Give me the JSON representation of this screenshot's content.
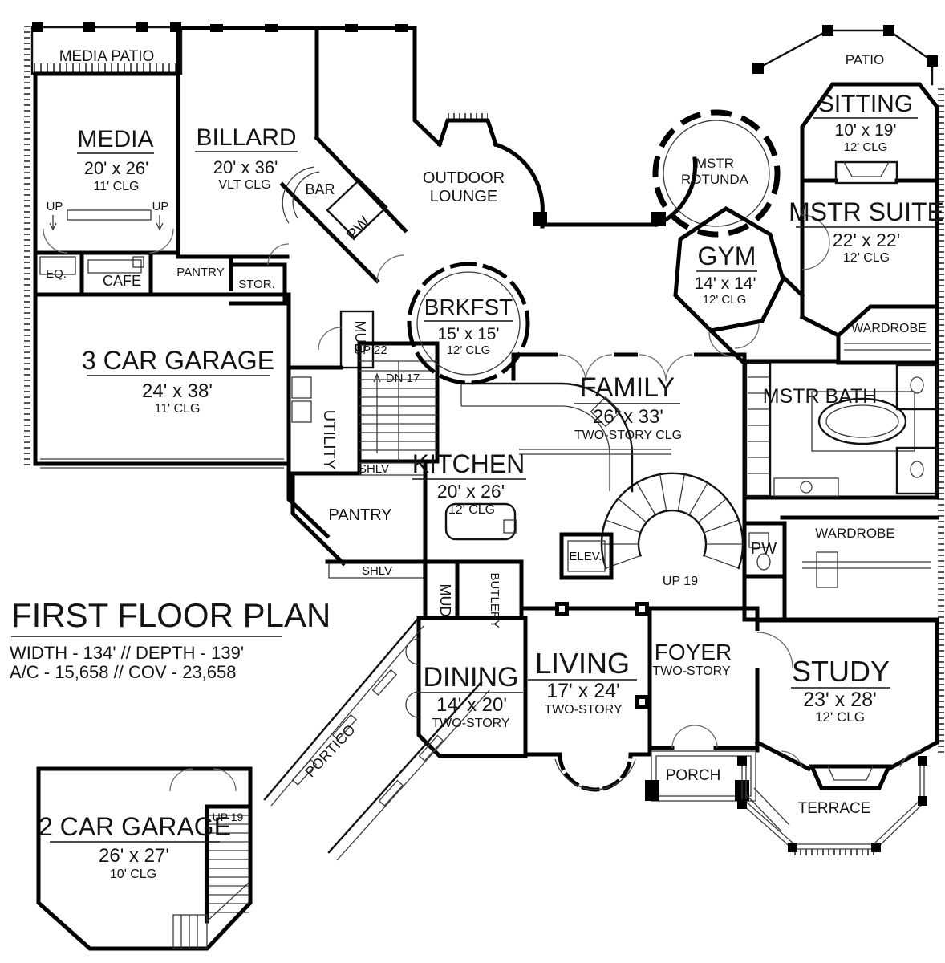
{
  "header": {
    "title": "FIRST FLOOR PLAN",
    "stats1": "WIDTH - 134' // DEPTH - 139'",
    "stats2": "A/C - 15,658 // COV - 23,658"
  },
  "rooms": {
    "media_patio": {
      "name": "MEDIA PATIO"
    },
    "media": {
      "name": "MEDIA",
      "dims": "20' x 26'",
      "clg": "11' CLG"
    },
    "billard": {
      "name": "BILLARD",
      "dims": "20' x 36'",
      "clg": "VLT CLG"
    },
    "outdoor_lounge": {
      "line1": "OUTDOOR",
      "line2": "LOUNGE"
    },
    "patio": {
      "name": "PATIO"
    },
    "sitting": {
      "name": "SITTING",
      "dims": "10' x 19'",
      "clg": "12' CLG"
    },
    "mstr_rotunda": {
      "line1": "MSTR",
      "line2": "ROTUNDA"
    },
    "mstr_suite": {
      "name": "MSTR SUITE",
      "dims": "22' x 22'",
      "clg": "12' CLG"
    },
    "gym": {
      "name": "GYM",
      "dims": "14' x 14'",
      "clg": "12' CLG"
    },
    "brkfst": {
      "name": "BRKFST",
      "dims": "15' x 15'",
      "clg": "12' CLG"
    },
    "family": {
      "name": "FAMILY",
      "dims": "26' x 33'",
      "clg": "TWO-STORY CLG"
    },
    "garage3": {
      "name": "3 CAR GARAGE",
      "dims": "24' x 38'",
      "clg": "11' CLG"
    },
    "kitchen": {
      "name": "KITCHEN",
      "dims": "20' x 26'",
      "clg": "12' CLG"
    },
    "mstr_bath": {
      "name": "MSTR BATH"
    },
    "wardrobe_upper": {
      "name": "WARDROBE"
    },
    "wardrobe_lower": {
      "name": "WARDROBE"
    },
    "utility": {
      "name": "UTILITY"
    },
    "pantry": {
      "name": "PANTRY"
    },
    "dining": {
      "name": "DINING",
      "dims": "14' x 20'",
      "clg": "TWO-STORY"
    },
    "living": {
      "name": "LIVING",
      "dims": "17' x 24'",
      "clg": "TWO-STORY"
    },
    "foyer": {
      "name": "FOYER",
      "clg": "TWO-STORY"
    },
    "study": {
      "name": "STUDY",
      "dims": "23' x 28'",
      "clg": "12' CLG"
    },
    "porch": {
      "name": "PORCH"
    },
    "terrace": {
      "name": "TERRACE"
    },
    "portico": {
      "name": "PORTICO"
    },
    "garage2": {
      "name": "2 CAR GARAGE",
      "dims": "26' x 27'",
      "clg": "10' CLG"
    }
  },
  "labels": {
    "eq": "EQ.",
    "cafe": "CAFE",
    "pantry_small": "PANTRY",
    "stor": "STOR.",
    "bar": "BAR",
    "pw_upper": "PW",
    "pw_lower": "PW",
    "mud_upper": "MUD",
    "mud_lower": "MUD",
    "butlery": "BUTLERY",
    "shlv_upper": "SHLV",
    "shlv_lower": "SHLV",
    "elev": "ELEV.",
    "up_left": "UP",
    "up_right": "UP",
    "up22": "UP 22",
    "dn17": "DN 17",
    "up19_spiral": "UP 19",
    "up19_garage": "UP 19"
  }
}
